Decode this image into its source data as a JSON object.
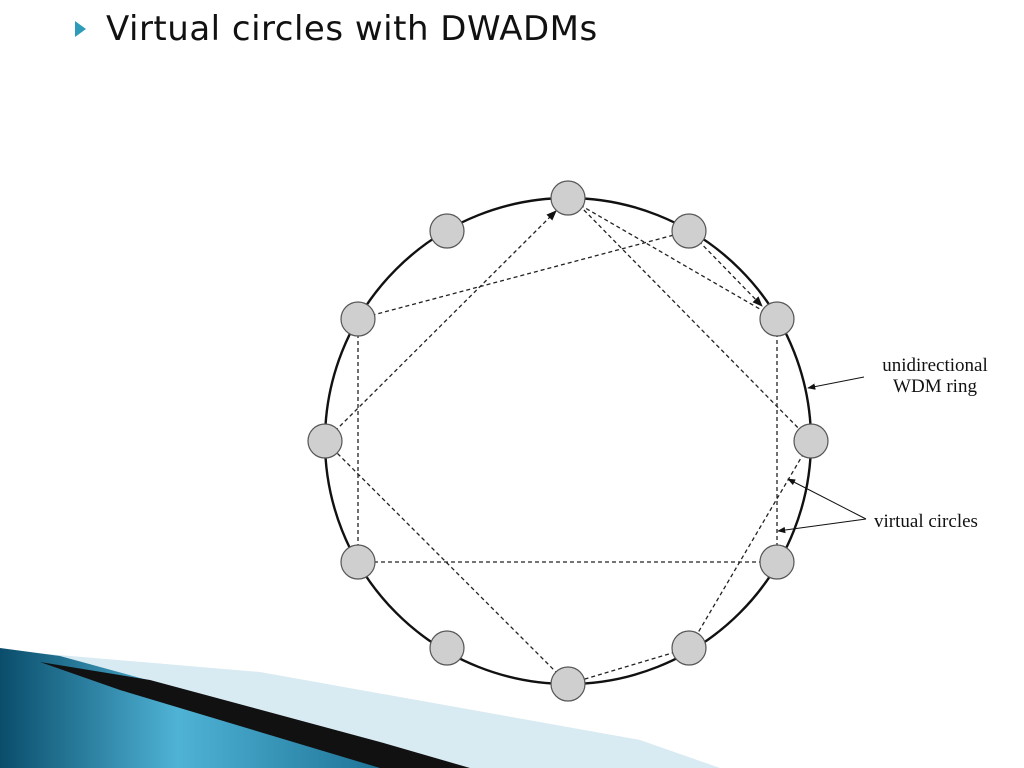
{
  "slide": {
    "title": "Virtual circles with DWADMs",
    "bullet_icon": "triangle-right-icon",
    "bullet_color": "#2e9bb8"
  },
  "diagram": {
    "ring_label_line1": "unidirectional",
    "ring_label_line2": "WDM ring",
    "virtual_label": "virtual circles",
    "node_count": 12,
    "node_fill": "#cfcfcf",
    "node_stroke": "#555555"
  },
  "theme": {
    "swoosh_dark": "#0a4d6b",
    "swoosh_light": "#6ec4df",
    "swoosh_black": "#111111",
    "swoosh_pale": "#d8eaf2"
  }
}
